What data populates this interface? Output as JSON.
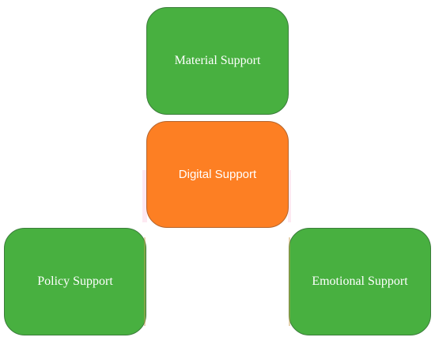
{
  "diagram": {
    "nodes": {
      "material": {
        "label": "Material Support",
        "color": "#48b040"
      },
      "digital": {
        "label": "Digital Support",
        "color": "#fd7f23"
      },
      "policy": {
        "label": "Policy Support",
        "color": "#48b040"
      },
      "emotional": {
        "label": "Emotional Support",
        "color": "#48b040"
      }
    }
  }
}
